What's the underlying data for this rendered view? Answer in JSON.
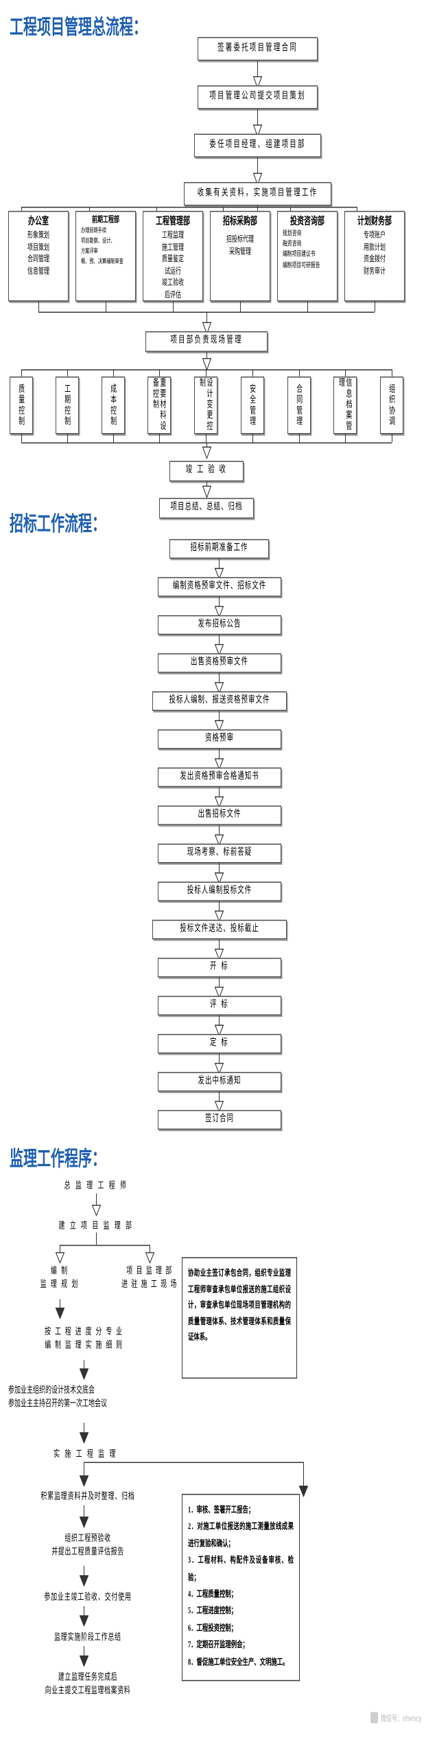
{
  "document": {
    "title": "工程项目管理流程图集",
    "accent_color": "#1F5FB0",
    "line_color": "#333333"
  },
  "sections": [
    {
      "id": "s1",
      "title": "工程项目管理总流程："
    },
    {
      "id": "s2",
      "title": "招标工作流程："
    },
    {
      "id": "s3",
      "title": "监理工作程序："
    }
  ],
  "flow1": {
    "steps": [
      "签署委托项目管理合同",
      "项目管理公司提交项目策划",
      "委任项目经理、组建项目部",
      "收集有关资料，实施项目管理工作"
    ],
    "departments": [
      {
        "name": "办公室",
        "lines": [
          "形象策划",
          "项目策划",
          "合同管理",
          "信息管理"
        ]
      },
      {
        "name": "前期工程部",
        "lines": [
          "办理前期手续",
          "项目勘察、设计、",
          "方案评审",
          "概、预、决算编制审查"
        ]
      },
      {
        "name": "工程管理部",
        "lines": [
          "工程监理",
          "施工管理",
          "质量鉴定",
          "试运行",
          "竣工验收",
          "后评估"
        ]
      },
      {
        "name": "招标采购部",
        "lines": [
          "招投标代理",
          "采购管理"
        ]
      },
      {
        "name": "投资咨询部",
        "lines": [
          "规划咨询",
          "融资咨询",
          "编制项目建议书",
          "编制项目可研报告"
        ]
      },
      {
        "name": "计划财务部",
        "lines": [
          "专项账户",
          "用款计划",
          "资金拨付",
          "财务审计"
        ]
      }
    ],
    "site_node": "项目部负责现场管理",
    "controls": [
      "质量控制",
      "工期控制",
      "成本控制",
      "重要材料设备控制",
      "设计变更控制",
      "安全管理",
      "合同管理",
      "信息档案管理",
      "组织协调"
    ],
    "acceptance": "竣 工 验 收",
    "closing": "项目总结、总结、归档"
  },
  "flow2": {
    "steps": [
      "招标前期准备工作",
      "编制资格预审文件、招标文件",
      "发布招标公告",
      "出售资格预审文件",
      "投标人编制、报送资格预审文件",
      "资格预审",
      "发出资格预审合格通知书",
      "出售招标文件",
      "现场考察、标前答疑",
      "投标人编制投标文件",
      "投标文件送达、投标截止",
      "开 标",
      "评 标",
      "定 标",
      "发出中标通知",
      "签订合同"
    ]
  },
  "flow3": {
    "steps": [
      "总 监 理 工 程 师",
      "建 立 项 目 监 理 部",
      "按 工 程 进 度 分 专 业\n编 制 监 理 实 施 细 则",
      "参加业主组织的设计技术交底会\n参加业主主持召开的第一次工地会议",
      "实 施 工 程 监 理",
      "积累监理资料并及时整理、归档",
      "组织工程预验收\n并提出工程质量评估报告",
      "参加业主竣工验收、交付使用",
      "监理实施阶段工作总结",
      "建立监理任务完成后\n向业主提交工程监理档案资料"
    ],
    "branch": {
      "left": "编 制\n监 理 规 划",
      "right": "项 目 监 理 部\n进 驻 施 工 现 场"
    },
    "note_top": "协助业主签订承包合同，组织专业监理工程师审查承包单位报送的施工组织设计，审查承包单位现场项目管理机构的质量管理体系、技术管理体系和质量保证体系。",
    "note_bottom_items": [
      "1．审核、签署开工报告；",
      "2．对施工单位报送的施工测量放线成果进行复验和确认；",
      "3．工程材料、构配件及设备审核、检验；",
      "4．工程质量控制；",
      "5．工程进度控制；",
      "6．工程投资控制；",
      "7．定期召开监理例会；",
      "8．督促施工单位安全生产、文明施工。"
    ]
  },
  "watermark": {
    "label": "微信号：nhvrscy"
  }
}
